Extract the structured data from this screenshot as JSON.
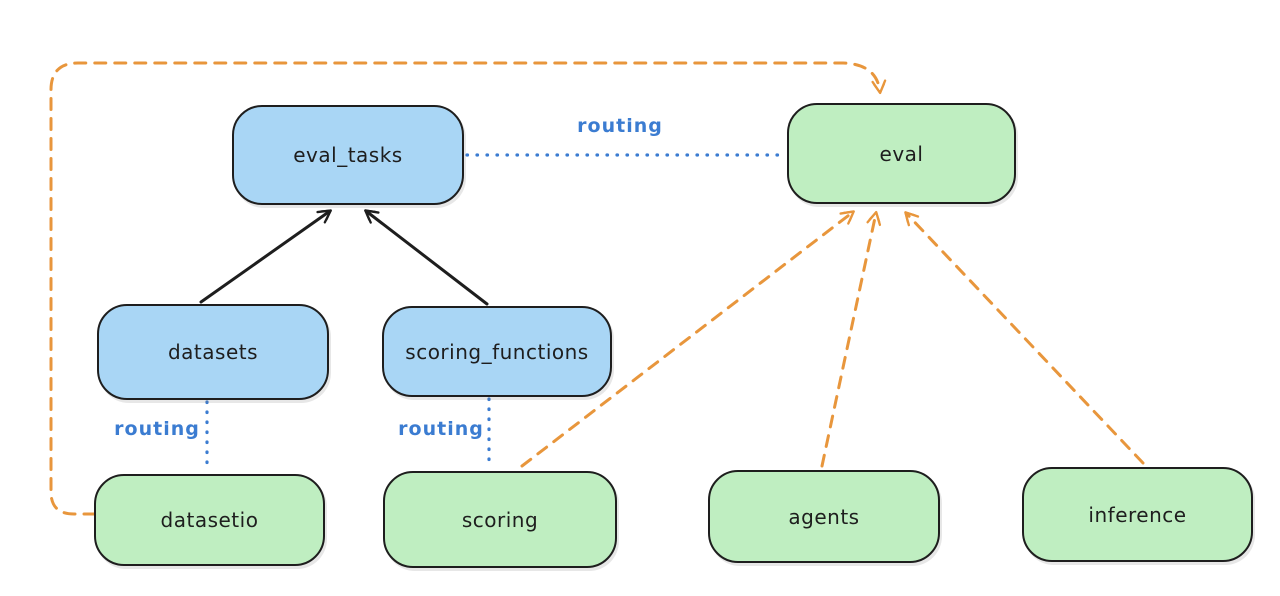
{
  "diagram": {
    "nodes": [
      {
        "id": "eval_tasks",
        "label": "eval_tasks",
        "color": "blue"
      },
      {
        "id": "eval",
        "label": "eval",
        "color": "green"
      },
      {
        "id": "datasets",
        "label": "datasets",
        "color": "blue"
      },
      {
        "id": "scoring_functions",
        "label": "scoring_functions",
        "color": "blue"
      },
      {
        "id": "datasetio",
        "label": "datasetio",
        "color": "green"
      },
      {
        "id": "scoring",
        "label": "scoring",
        "color": "green"
      },
      {
        "id": "agents",
        "label": "agents",
        "color": "green"
      },
      {
        "id": "inference",
        "label": "inference",
        "color": "green"
      }
    ],
    "edges": [
      {
        "from": "datasets",
        "to": "eval_tasks",
        "style": "solid-black-arrow",
        "label": ""
      },
      {
        "from": "scoring_functions",
        "to": "eval_tasks",
        "style": "solid-black-arrow",
        "label": ""
      },
      {
        "from": "eval_tasks",
        "to": "eval",
        "style": "dotted-blue",
        "label": "routing"
      },
      {
        "from": "datasets",
        "to": "datasetio",
        "style": "dotted-blue",
        "label": "routing"
      },
      {
        "from": "scoring_functions",
        "to": "scoring",
        "style": "dotted-blue",
        "label": "routing"
      },
      {
        "from": "datasetio",
        "to": "eval",
        "style": "dashed-orange-arrow",
        "label": ""
      },
      {
        "from": "scoring",
        "to": "eval",
        "style": "dashed-orange-arrow",
        "label": ""
      },
      {
        "from": "agents",
        "to": "eval",
        "style": "dashed-orange-arrow",
        "label": ""
      },
      {
        "from": "inference",
        "to": "eval",
        "style": "dashed-orange-arrow",
        "label": ""
      }
    ],
    "colors": {
      "blue_fill": "#a9d6f5",
      "green_fill": "#bfeec1",
      "stroke": "#1e1e1e",
      "orange": "#e8963c",
      "routing_blue": "#3b7cd1",
      "background": "#ffffff"
    }
  }
}
